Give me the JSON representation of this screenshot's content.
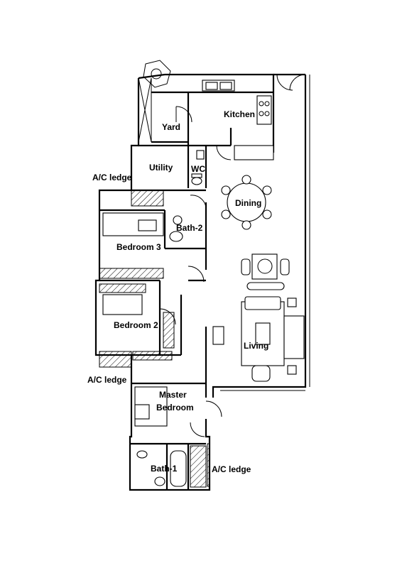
{
  "labels": {
    "kitchen": "Kitchen",
    "yard": "Yard",
    "utility": "Utility",
    "wc": "WC",
    "ac_ledge_1": "A/C ledge",
    "dining": "Dining",
    "bath_2": "Bath-2",
    "bedroom_3": "Bedroom 3",
    "bedroom_2": "Bedroom 2",
    "living": "Living",
    "ac_ledge_2": "A/C ledge",
    "master_line1": "Master",
    "master_line2": "Bedroom",
    "bath_1": "Bath-1",
    "ac_ledge_3": "A/C ledge"
  }
}
